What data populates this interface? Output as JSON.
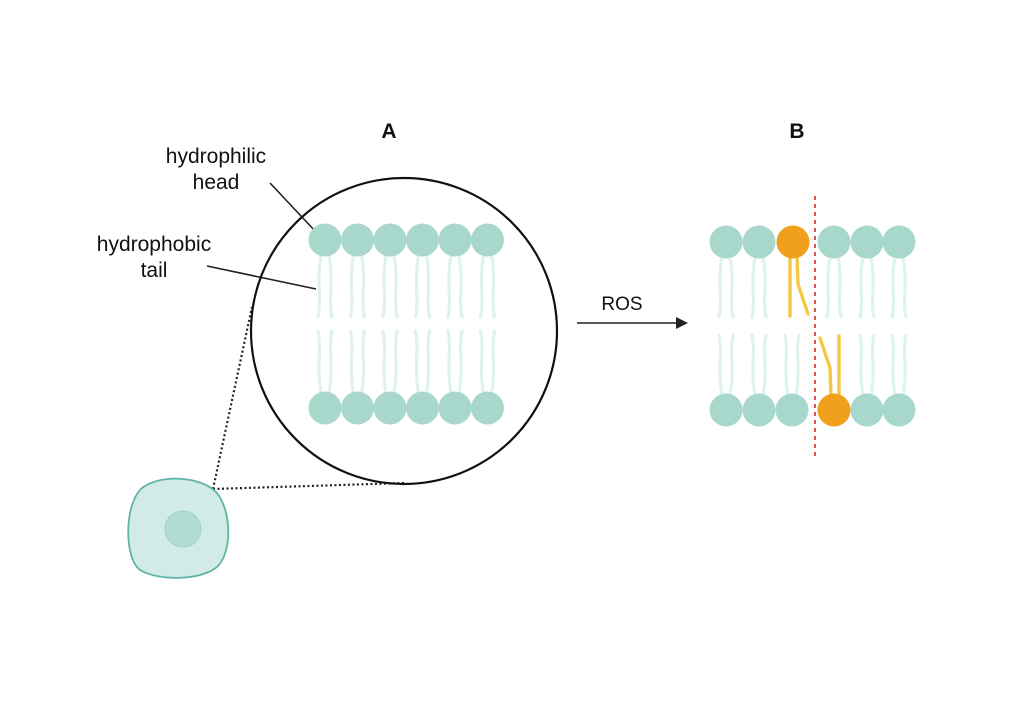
{
  "panels": {
    "a": "A",
    "b": "B"
  },
  "labels": {
    "head_line1": "hydrophilic",
    "head_line2": "head",
    "tail_line1": "hydrophobic",
    "tail_line2": "tail",
    "arrow": "ROS"
  },
  "colors": {
    "lipid_head": "#a8d8cc",
    "lipid_tail": "#dff3ee",
    "oxidized_head": "#f0a01a",
    "oxidized_tail": "#f4c842",
    "cell_fill": "#d3ebe7",
    "cell_stroke": "#5fb5a5",
    "nucleus": "#b0dcd4",
    "cut_line": "#d62a2a"
  },
  "panel_a": {
    "lipids_per_leaflet": 6
  },
  "panel_b": {
    "lipids_per_leaflet": 6,
    "oxidized_upper_index": 3,
    "oxidized_lower_index": 4
  }
}
